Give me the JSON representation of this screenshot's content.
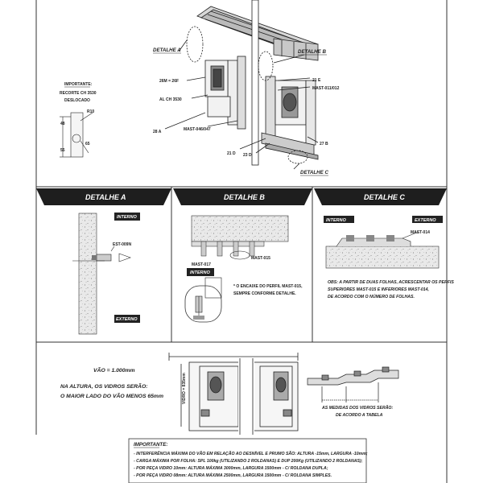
{
  "top": {
    "detalhe_a": "DETALHE A",
    "detalhe_b": "DETALHE B",
    "detalhe_c": "DETALHE C",
    "lbl_26m": "26M = 26F",
    "lbl_alch": "AL CH 3530",
    "lbl_28a": "28 A",
    "lbl_mast046": "MAST-046/047",
    "lbl_21e": "21 E",
    "lbl_mast011": "MAST-011/012",
    "lbl_27b": "27 B",
    "lbl_21d": "21 D",
    "lbl_23d": "23 D",
    "importante": "IMPORTANTE:",
    "recorte1": "RECORTE CH 3530",
    "recorte2": "DESLOCADO",
    "dim_48": "48",
    "dim_55": "55",
    "dim_65": "65",
    "dim_r10": "R10"
  },
  "sections": {
    "a_title": "DETALHE A",
    "b_title": "DETALHE B",
    "c_title": "DETALHE C",
    "interno": "INTERNO",
    "externo": "EXTERNO",
    "est009n": "EST-009N",
    "mast017": "MAST-017",
    "mast015": "MAST-015",
    "mast014": "MAST-014",
    "b_note1": "* O ENCAIXE DO PERFIL MAST-015,",
    "b_note2": "SEMPRE CONFORME DETALHE.",
    "c_obs1": "OBS: A PARTIR DE DUAS FOLHAS, ACRESCENTAR OS PERFIS",
    "c_obs2": "SUPERIORES MAST-015 E INFERIORES MAST-014,",
    "c_obs3": "DE ACORDO COM O NÚMERO DE FOLHAS."
  },
  "bottom": {
    "vao": "VÃO = 1.000mm",
    "altura1": "NA ALTURA, OS VIDROS SERÃO:",
    "altura2": "O MAIOR LADO DO VÃO MENOS 65mm",
    "vidro_dim": "VIDRO = 835mm",
    "medidas1": "AS MEDIDAS DOS VIDROS SERÃO:",
    "medidas2": "DE ACORDO A TABELA"
  },
  "notes": {
    "title": "IMPORTANTE:",
    "lines": [
      "- INTERFERÊNCIA MÁXIMA DO VÃO EM RELAÇÃO AO DESNÍVEL E PRUMO SÃO: ALTURA -15mm, LARGURA -10mm;",
      "- CARGA MÁXIMA POR FOLHA: SPL 100kg (UTILIZANDO 2 ROLDANAS) E DUP 200Kg (UTILIZANDO 2 ROLDANAS);",
      "- POR PEÇA VIDRO 10mm: ALTURA MÁXIMA 3000mm, LARGURA 1500mm - C/ ROLDANA DUPLA;",
      "- POR PEÇA VIDRO 08mm: ALTURA MÁXIMA 2500mm, LARGURA 1500mm - C/ ROLDANA SIMPLES."
    ]
  }
}
